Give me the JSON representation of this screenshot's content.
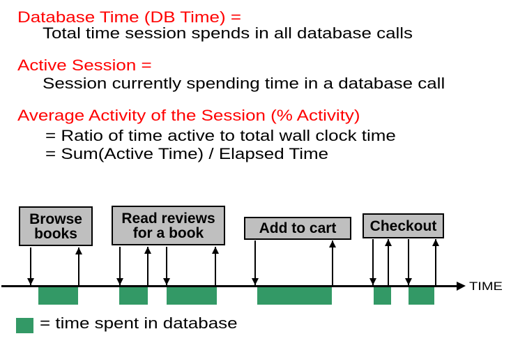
{
  "slide": {
    "definitions": [
      {
        "text": "Database Time (DB Time) =",
        "emphasis": "red-heading"
      },
      {
        "text": "Total time session spends in all database calls",
        "emphasis": "body"
      },
      {
        "text": "Active Session =",
        "emphasis": "red-heading"
      },
      {
        "text": "Session currently spending time in a database call",
        "emphasis": "body"
      },
      {
        "text": "Average Activity of the Session (% Activity)",
        "emphasis": "red-heading"
      },
      {
        "text": "= Ratio of time active to total wall clock time",
        "emphasis": "body"
      },
      {
        "text": "= Sum(Active Time) / Elapsed Time",
        "emphasis": "body"
      }
    ],
    "timeline": {
      "axis_label": "TIME",
      "activity_boxes": [
        {
          "lines": [
            "Browse",
            "books"
          ]
        },
        {
          "lines": [
            "Read reviews",
            "for a book"
          ]
        },
        {
          "lines": [
            "Add to cart"
          ]
        },
        {
          "lines": [
            "Checkout"
          ]
        }
      ],
      "db_call_segment_count": 6
    },
    "legend": {
      "text": "= time spent in database"
    }
  },
  "colors": {
    "heading_red": "#ff0000",
    "db_time_green": "#339966",
    "box_fill_gray": "#bfbfbf",
    "line_black": "#000000"
  }
}
